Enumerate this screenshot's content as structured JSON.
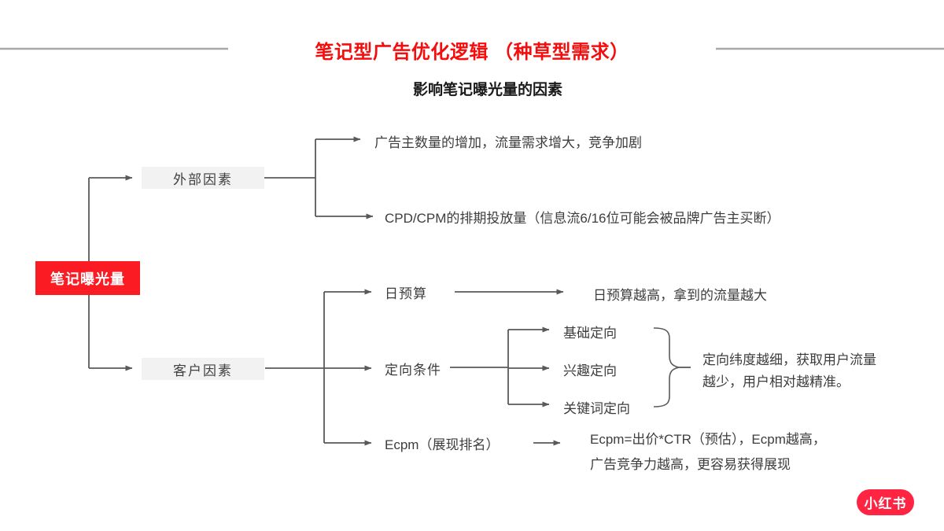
{
  "slide": {
    "title": "笔记型广告优化逻辑 （种草型需求）",
    "subtitle": "影响笔记曝光量的因素",
    "brand_logo": "小红书",
    "colors": {
      "title_red": "#f50d0d",
      "root_node_red": "#fa1b23",
      "brand_red": "#ff2442",
      "connector_gray": "#595959",
      "factor_box_gray": "#f2f2f2"
    }
  },
  "tree": {
    "root": "笔记曝光量",
    "external": {
      "label": "外部因素",
      "children": [
        "广告主数量的增加，流量需求增大，竞争加剧",
        "CPD/CPM的排期投放量（信息流6/16位可能会被品牌广告主买断）"
      ]
    },
    "customer": {
      "label": "客户因素",
      "budget": {
        "label": "日预算",
        "note": "日预算越高，拿到的流量越大"
      },
      "targeting": {
        "label": "定向条件",
        "children": [
          "基础定向",
          "兴趣定向",
          "关键词定向"
        ],
        "note_lines": [
          "定向纬度越细，获取用户流量",
          "越少，用户相对越精准。"
        ]
      },
      "ecpm": {
        "label": "Ecpm（展现排名）",
        "note_lines": [
          "Ecpm=出价*CTR（预估），Ecpm越高，",
          "广告竞争力越高，更容易获得展现"
        ]
      }
    }
  }
}
